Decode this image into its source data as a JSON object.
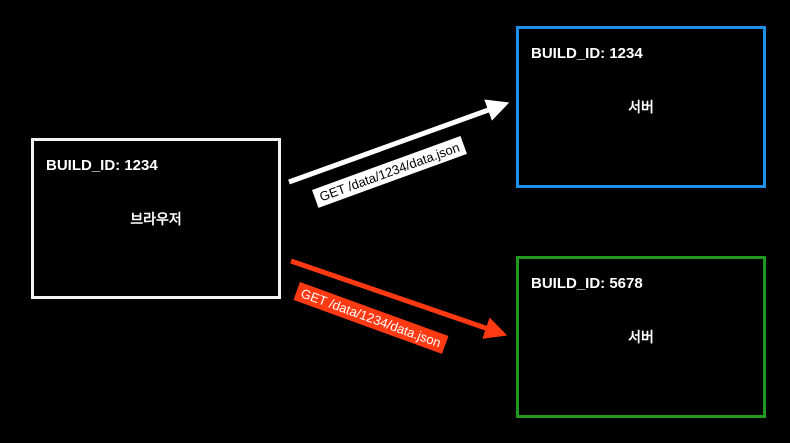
{
  "colors": {
    "background": "#000000",
    "browser_border": "#f2f2f2",
    "server_1_border": "#1e90e8",
    "server_2_border": "#1f9a1f",
    "request_1_arrow": "#ffffff",
    "request_2_arrow": "#ff3a12"
  },
  "browser": {
    "build_id": "BUILD_ID: 1234",
    "label": "브라우저"
  },
  "servers": [
    {
      "build_id": "BUILD_ID: 1234",
      "label": "서버"
    },
    {
      "build_id": "BUILD_ID: 5678",
      "label": "서버"
    }
  ],
  "requests": [
    {
      "label": "GET /data/1234/data.json"
    },
    {
      "label": "GET /data/1234/data.json"
    }
  ]
}
